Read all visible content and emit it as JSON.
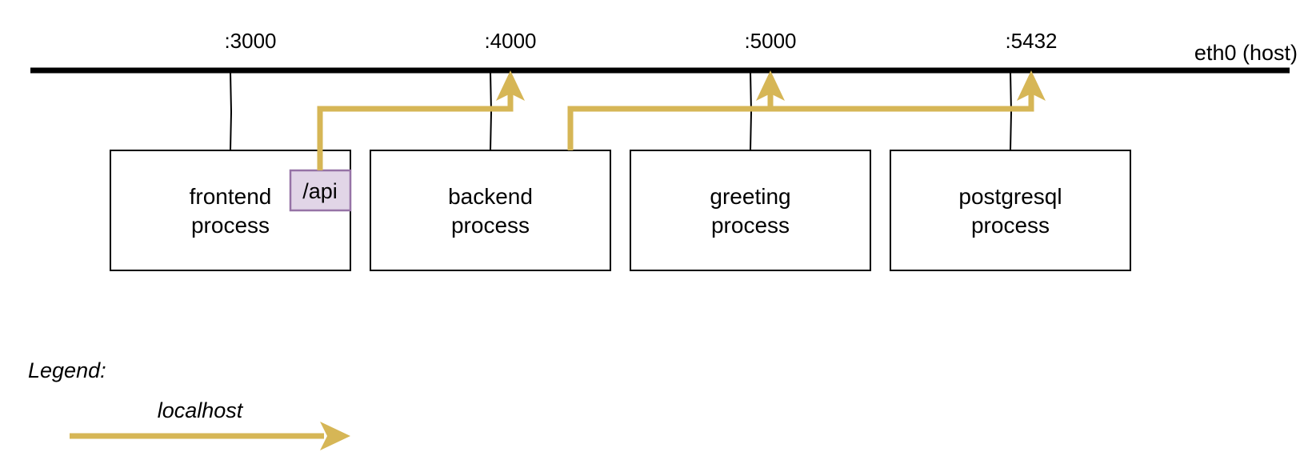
{
  "network": {
    "label": "eth0 (host)"
  },
  "ports": [
    ":3000",
    ":4000",
    ":5000",
    ":5432"
  ],
  "processes": [
    {
      "name": "frontend",
      "suffix": "process"
    },
    {
      "name": "backend",
      "suffix": "process"
    },
    {
      "name": "greeting",
      "suffix": "process"
    },
    {
      "name": "postgresql",
      "suffix": "process"
    }
  ],
  "api_badge": {
    "label": "/api"
  },
  "legend": {
    "title": "Legend:",
    "localhost_label": "localhost"
  },
  "colors": {
    "localhost_arrow": "#d6b656",
    "api_fill": "#e1d5e7",
    "api_stroke": "#9673a6",
    "line": "#000000"
  }
}
